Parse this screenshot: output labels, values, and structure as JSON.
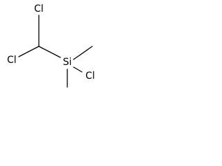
{
  "molecule": {
    "atoms": {
      "cl_top": "Cl",
      "cl_left": "Cl",
      "si": "Si",
      "cl_si": "Cl"
    }
  }
}
